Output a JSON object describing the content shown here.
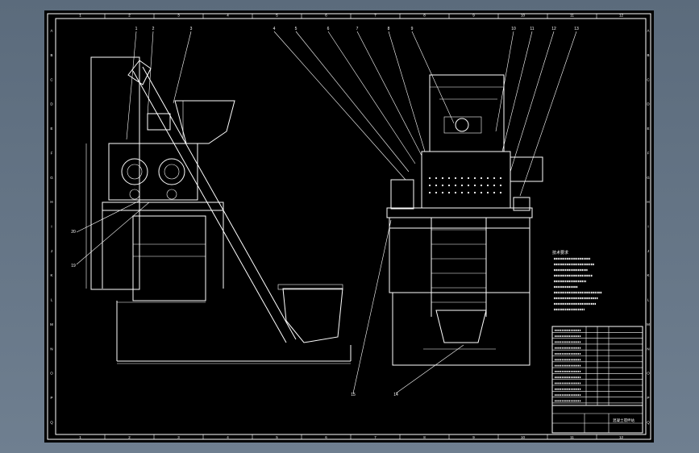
{
  "drawing": {
    "frame_columns": [
      "1",
      "2",
      "3",
      "4",
      "5",
      "6",
      "7",
      "8",
      "9",
      "10",
      "11",
      "12"
    ],
    "frame_rows": [
      "A",
      "B",
      "C",
      "D",
      "E",
      "F",
      "G",
      "H",
      "I",
      "J",
      "K",
      "L",
      "M",
      "N",
      "O",
      "P",
      "Q"
    ],
    "balloon_labels_left": [
      "1",
      "2",
      "3",
      "20",
      "19"
    ],
    "balloon_labels_right": [
      "4",
      "5",
      "6",
      "7",
      "8",
      "9",
      "10",
      "11",
      "12",
      "13",
      "15",
      "14"
    ],
    "notes_title": "技术要求",
    "title_block_name": "混凝土搅拌站"
  },
  "colors": {
    "background_outer": "#6a7a8b",
    "canvas": "#000000",
    "line": "#ffffff"
  }
}
